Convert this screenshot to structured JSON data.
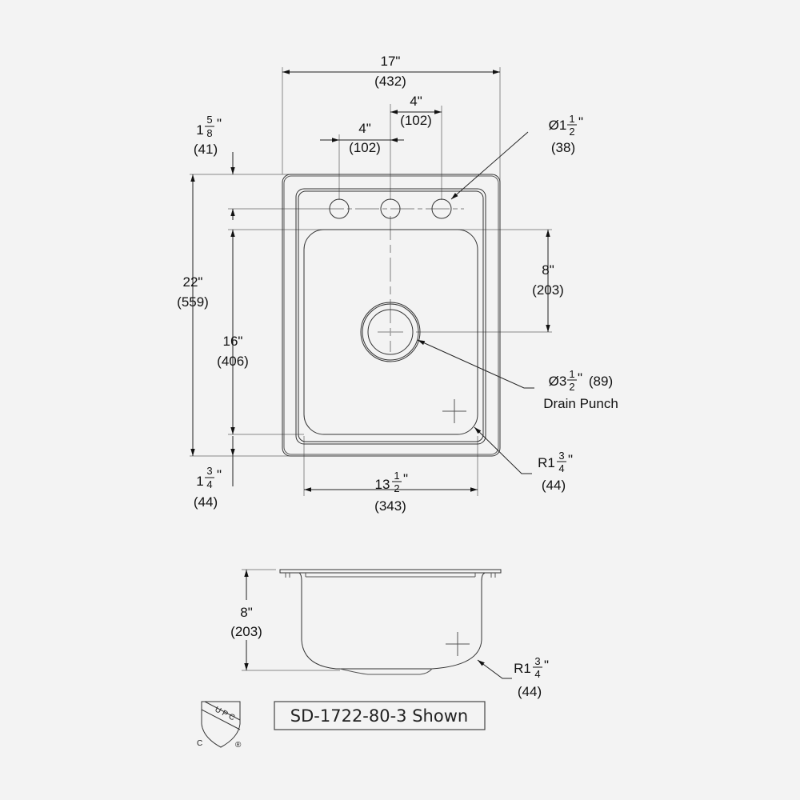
{
  "top_view": {
    "overall_width": {
      "imperial": "17\"",
      "metric": "(432)"
    },
    "hole_spacing_right": {
      "imperial": "4\"",
      "metric": "(102)"
    },
    "hole_spacing_left": {
      "imperial": "4\"",
      "metric": "(102)"
    },
    "hole_offset": {
      "whole": "1",
      "num": "5",
      "den": "8",
      "unit": "\"",
      "metric": "(41)"
    },
    "hole_diameter": {
      "prefix": "Ø1",
      "num": "1",
      "den": "2",
      "unit": "\"",
      "metric": "(38)"
    },
    "overall_length": {
      "imperial": "22\"",
      "metric": "(559)"
    },
    "bowl_length": {
      "imperial": "16\"",
      "metric": "(406)"
    },
    "drain_offset": {
      "imperial": "8\"",
      "metric": "(203)"
    },
    "drain": {
      "prefix": "Ø3",
      "num": "1",
      "den": "2",
      "unit": "\"",
      "metric": "(89)",
      "label": "Drain Punch"
    },
    "corner_radius": {
      "prefix": "R1",
      "num": "3",
      "den": "4",
      "unit": "\"",
      "metric": "(44)"
    },
    "rim_front": {
      "whole": "1",
      "num": "3",
      "den": "4",
      "unit": "\"",
      "metric": "(44)"
    },
    "bowl_width": {
      "whole": "13",
      "num": "1",
      "den": "2",
      "unit": "\"",
      "metric": "(343)"
    }
  },
  "side_view": {
    "depth": {
      "imperial": "8\"",
      "metric": "(203)"
    },
    "corner_radius": {
      "prefix": "R1",
      "num": "3",
      "den": "4",
      "unit": "\"",
      "metric": "(44)"
    }
  },
  "caption": "SD-1722-80-3 Shown",
  "certification_logo": {
    "text": "UPC",
    "left": "C",
    "right": "®"
  }
}
